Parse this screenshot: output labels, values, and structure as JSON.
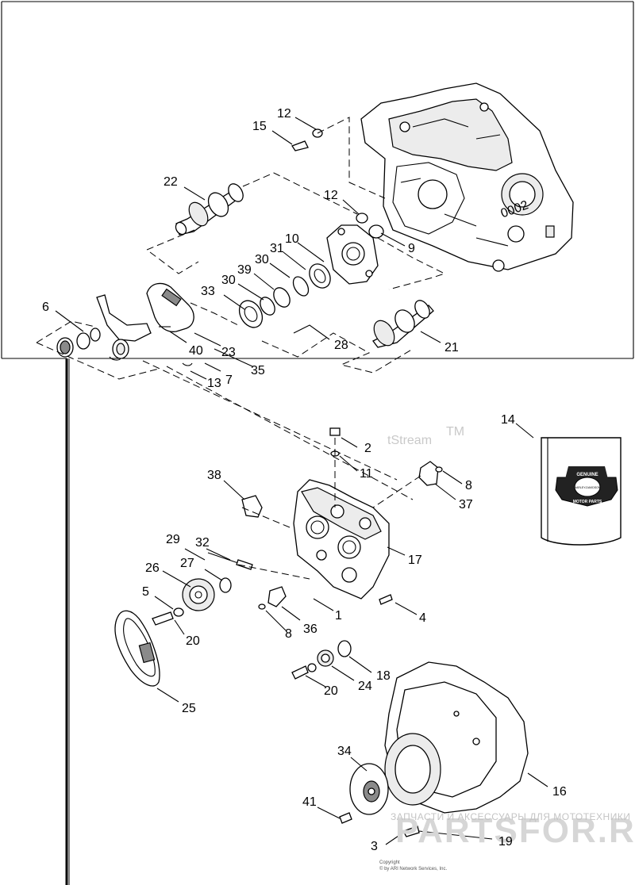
{
  "callouts": [
    {
      "id": "c12a",
      "text": "12"
    },
    {
      "id": "c15",
      "text": "15"
    },
    {
      "id": "c22",
      "text": "22"
    },
    {
      "id": "c12b",
      "text": "12"
    },
    {
      "id": "c10",
      "text": "10"
    },
    {
      "id": "c9",
      "text": "9"
    },
    {
      "id": "c31",
      "text": "31"
    },
    {
      "id": "c30a",
      "text": "30"
    },
    {
      "id": "c39",
      "text": "39"
    },
    {
      "id": "c30b",
      "text": "30"
    },
    {
      "id": "c33",
      "text": "33"
    },
    {
      "id": "c6",
      "text": "6"
    },
    {
      "id": "c28",
      "text": "28"
    },
    {
      "id": "c21",
      "text": "21"
    },
    {
      "id": "c40",
      "text": "40"
    },
    {
      "id": "c23",
      "text": "23"
    },
    {
      "id": "c35",
      "text": "35"
    },
    {
      "id": "c7",
      "text": "7"
    },
    {
      "id": "c13",
      "text": "13"
    },
    {
      "id": "c14",
      "text": "14"
    },
    {
      "id": "c2",
      "text": "2"
    },
    {
      "id": "c11",
      "text": "11"
    },
    {
      "id": "c38",
      "text": "38"
    },
    {
      "id": "c8a",
      "text": "8"
    },
    {
      "id": "c37",
      "text": "37"
    },
    {
      "id": "c29",
      "text": "29"
    },
    {
      "id": "c32",
      "text": "32"
    },
    {
      "id": "c17",
      "text": "17"
    },
    {
      "id": "c26",
      "text": "26"
    },
    {
      "id": "c27",
      "text": "27"
    },
    {
      "id": "c5",
      "text": "5"
    },
    {
      "id": "c1",
      "text": "1"
    },
    {
      "id": "c4",
      "text": "4"
    },
    {
      "id": "c8b",
      "text": "8"
    },
    {
      "id": "c36",
      "text": "36"
    },
    {
      "id": "c20a",
      "text": "20"
    },
    {
      "id": "c18",
      "text": "18"
    },
    {
      "id": "c24",
      "text": "24"
    },
    {
      "id": "c20b",
      "text": "20"
    },
    {
      "id": "c25",
      "text": "25"
    },
    {
      "id": "c16",
      "text": "16"
    },
    {
      "id": "c34",
      "text": "34"
    },
    {
      "id": "c41",
      "text": "41"
    },
    {
      "id": "c3",
      "text": "3"
    },
    {
      "id": "c19",
      "text": "19"
    }
  ],
  "watermark": {
    "tstream": "tStream",
    "tm": "TM",
    "shop_tagline": "ЗАПЧАСТИ И АКСЕССУАРЫ ДЛЯ МОТОТЕХНИКИ",
    "shop_logo": "PARTSFOR.RU"
  },
  "copyright": {
    "line1": "Copyright",
    "line2": "© by ARI Network Services, Inc."
  },
  "casting_mark": "0002",
  "logo_badge": {
    "line1": "GENUINE",
    "line2": "HARLEY-DAVIDSON",
    "line3": "MOTOR PARTS"
  }
}
